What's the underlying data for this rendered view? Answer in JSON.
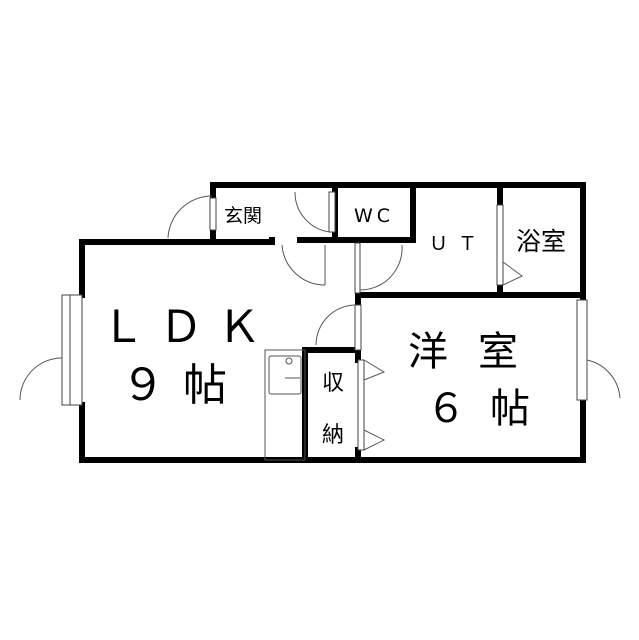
{
  "rooms": {
    "genkan": "玄関",
    "wc": "WC",
    "ut": "ＵＴ",
    "bath": "浴室",
    "ldk": "ＬＤＫ",
    "ldk_size": "９帖",
    "western": "洋室",
    "western_size": "６帖",
    "closet_1": "収",
    "closet_2": "納"
  }
}
